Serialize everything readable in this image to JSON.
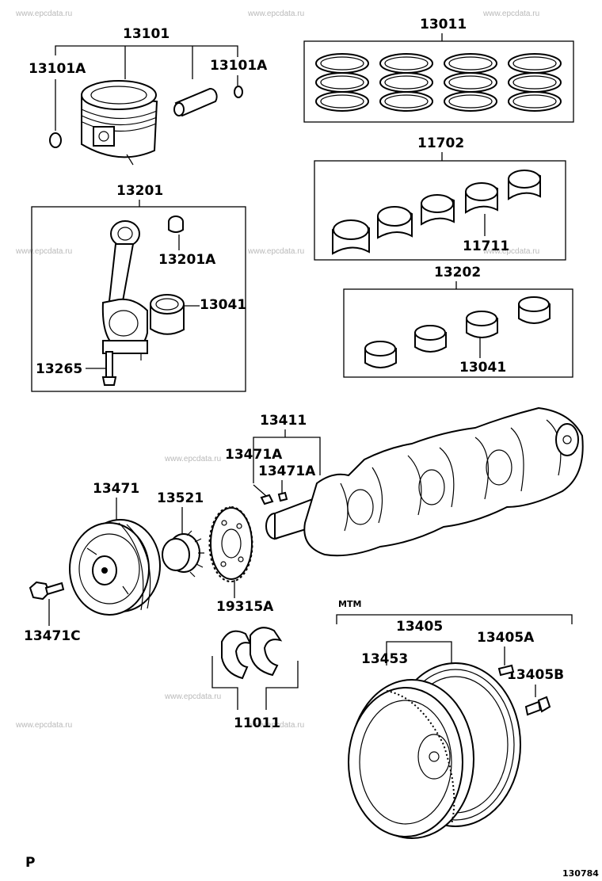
{
  "watermark": "www.epcdata.ru",
  "labels": {
    "piston": "13101",
    "piston_pin_clip_left": "13101A",
    "piston_pin_clip_right": "13101A",
    "piston_rings": "13011",
    "main_bearing_upper": "11702",
    "main_bearing_upper_sub": "11711",
    "connecting_rod": "13201",
    "con_rod_bushing": "13201A",
    "con_rod_bearing_left": "13041",
    "con_rod_bolt": "13265",
    "main_bearing_lower": "13202",
    "con_rod_bearing_right": "13041",
    "crankshaft": "13411",
    "crank_key_left": "13471A",
    "crank_key_right": "13471A",
    "crank_pulley": "13471",
    "crank_timing_gear": "13521",
    "sensor_plate": "19315A",
    "pulley_bolt": "13471C",
    "thrust_washer": "11011",
    "mtm_tag": "MTM",
    "flywheel": "13405",
    "ring_gear": "13453",
    "flywheel_pin": "13405A",
    "flywheel_bolt": "13405B"
  },
  "footer": {
    "corner_letter": "P",
    "illustration_number": "130784"
  }
}
